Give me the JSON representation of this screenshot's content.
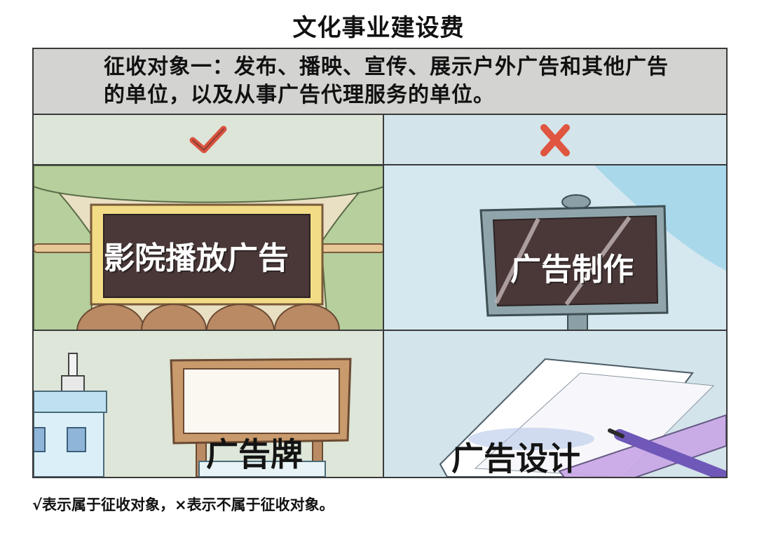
{
  "title": "文化事业建设费",
  "header": {
    "text": "征收对象一：发布、播映、宣传、展示户外广告和其他广告的单位，以及从事广告代理服务的单位。"
  },
  "marks": {
    "left": {
      "icon": "check-icon",
      "color": "#d9533f"
    },
    "right": {
      "icon": "cross-icon",
      "color": "#e0553f"
    }
  },
  "panels": [
    {
      "label": "影院播放广告",
      "included": true
    },
    {
      "label": "广告制作",
      "included": false
    },
    {
      "label": "广告牌",
      "included": true
    },
    {
      "label": "广告设计",
      "included": false
    }
  ],
  "footnote": "√表示属于征收对象，×表示不属于征收对象。",
  "colors": {
    "frame": "#3a3a3a",
    "header_bg": "#d3d3d1",
    "mark_red": "#d9533f",
    "screen_brown": "#4a3838"
  }
}
